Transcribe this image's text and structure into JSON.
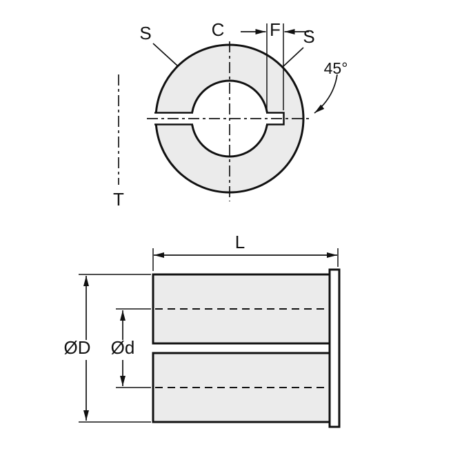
{
  "top_view": {
    "slot_label_left": "S",
    "center_label": "C",
    "width_label": "F",
    "slot_label_right": "S",
    "angle_label": "45°",
    "tool_label": "T"
  },
  "side_view": {
    "length_label": "L",
    "outer_diameter_label": "ØD",
    "bore_diameter_label": "Ød"
  },
  "colors": {
    "part_fill": "#ebebeb",
    "line": "#111111",
    "background": "#ffffff"
  }
}
